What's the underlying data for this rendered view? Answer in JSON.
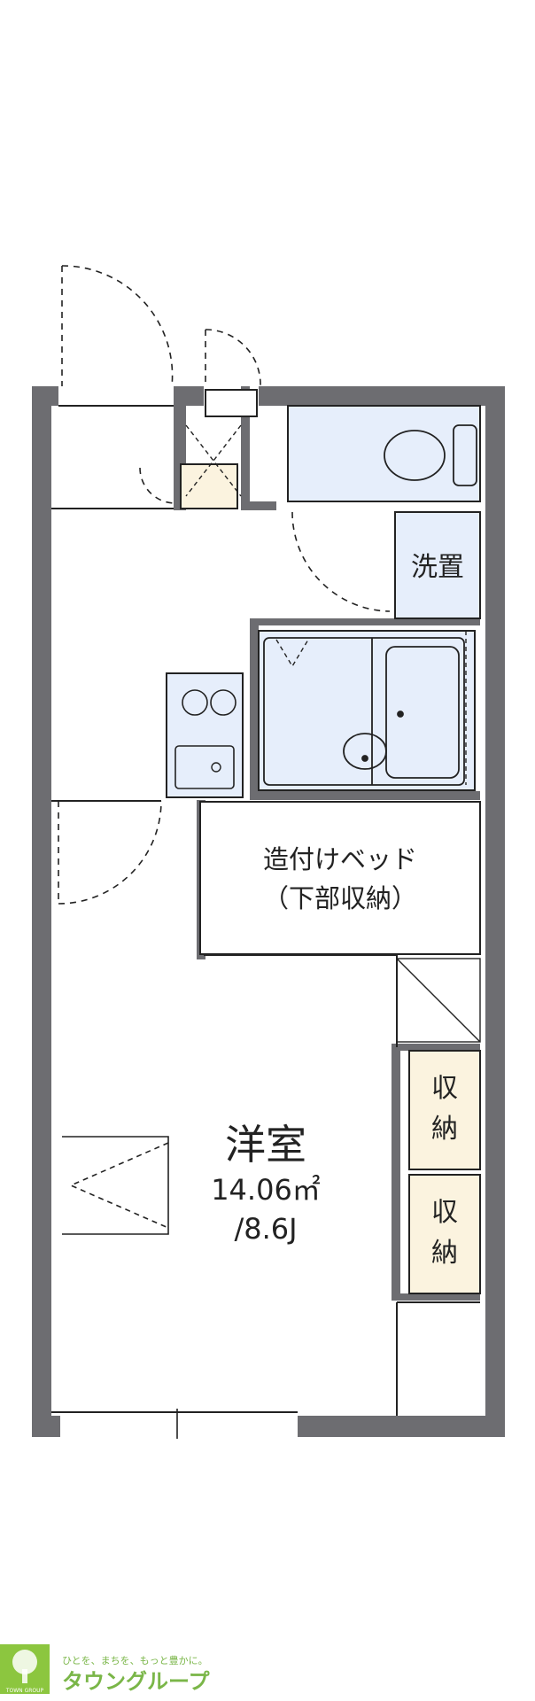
{
  "rooms": {
    "washroom_label": "洗置",
    "bed_label_line1": "造付けベッド",
    "bed_label_line2": "（下部収納）",
    "storage_upper_line1": "収",
    "storage_upper_line2": "納",
    "storage_lower_line1": "収",
    "storage_lower_line2": "納",
    "main_room_label": "洋室",
    "main_room_area": "14.06㎡",
    "main_room_tatami": "/8.6J"
  },
  "brand": {
    "tagline": "ひとを、まちを、もっと豊かに。",
    "name": "タウングループ",
    "sub": "TOWN GROUP"
  },
  "colors": {
    "wall": "#6d6d71",
    "wet_area": "#e6eefb",
    "storage": "#fbf3df",
    "line": "#222222",
    "brand_green": "#8cc63f"
  }
}
